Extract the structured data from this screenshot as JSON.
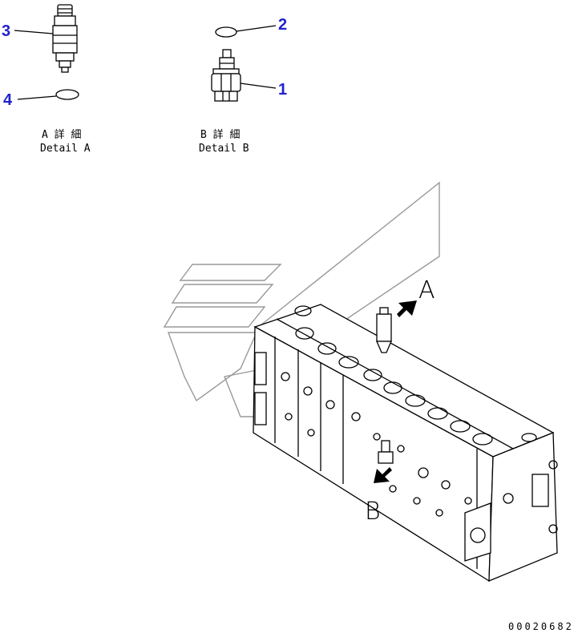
{
  "callouts": [
    {
      "label": "3"
    },
    {
      "label": "4"
    },
    {
      "label": "2"
    },
    {
      "label": "1"
    },
    {
      "label": "A"
    },
    {
      "label": "B"
    }
  ],
  "captions": {
    "detail_a_jp": "A 詳 細",
    "detail_a_en": "Detail A",
    "detail_b_jp": "B 詳 細",
    "detail_b_en": "Detail B"
  },
  "doc_number": "00020682"
}
